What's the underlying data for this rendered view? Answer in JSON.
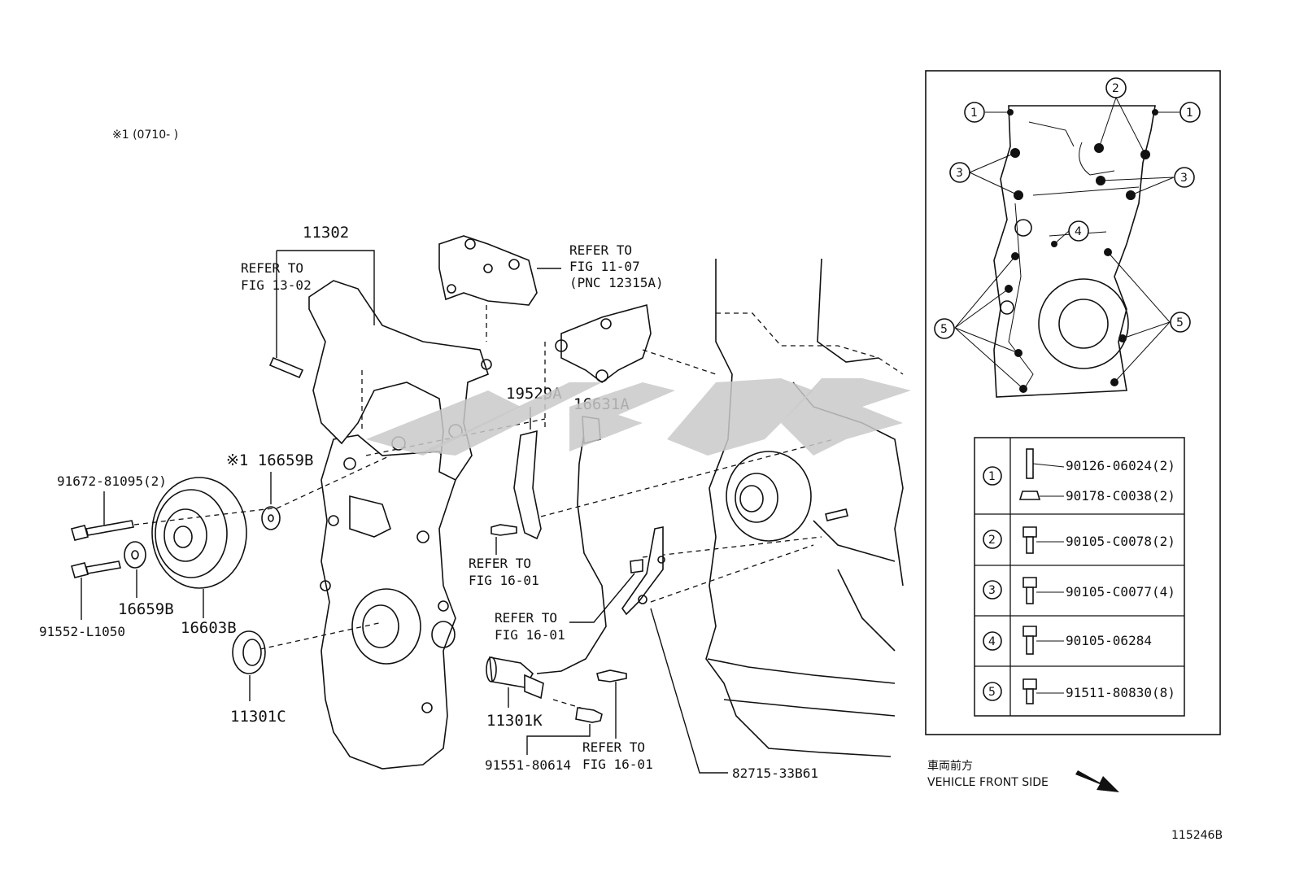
{
  "header": {
    "note": "※1 (0710-        )"
  },
  "labels": {
    "p11302": "11302",
    "refer_13_02_a": "REFER TO",
    "refer_13_02_b": "FIG 13-02",
    "refer_11_07_a": "REFER TO",
    "refer_11_07_b": "FIG 11-07",
    "refer_11_07_c": "(PNC 12315A)",
    "p19529A": "19529A",
    "p16631A": "16631A",
    "p16659B_top": "※1 16659B",
    "p91672": "91672-81095(2)",
    "p91552": "91552-L1050",
    "p16659B": "16659B",
    "p16603B": "16603B",
    "p11301C": "11301C",
    "refer_16_01_a1": "REFER TO",
    "refer_16_01_a2": "FIG 16-01",
    "refer_16_01_b1": "REFER TO",
    "refer_16_01_b2": "FIG 16-01",
    "refer_16_01_c1": "REFER TO",
    "refer_16_01_c2": "FIG 16-01",
    "p11301K": "11301K",
    "p91551": "91551-80614",
    "p82715": "82715-33B61",
    "front_jp": "車両前方",
    "front_en": "VEHICLE FRONT SIDE",
    "figure_no": "115246B"
  },
  "bolt_map": {
    "callouts": [
      "1",
      "2",
      "3",
      "4",
      "5"
    ]
  },
  "bolt_table": {
    "rows": [
      {
        "key": "1",
        "parts": [
          "90126-06024(2)",
          "90178-C0038(2)"
        ]
      },
      {
        "key": "2",
        "parts": [
          "90105-C0078(2)"
        ]
      },
      {
        "key": "3",
        "parts": [
          "90105-C0077(4)"
        ]
      },
      {
        "key": "4",
        "parts": [
          "90105-06284"
        ]
      },
      {
        "key": "5",
        "parts": [
          "91511-80830(8)"
        ]
      }
    ]
  }
}
